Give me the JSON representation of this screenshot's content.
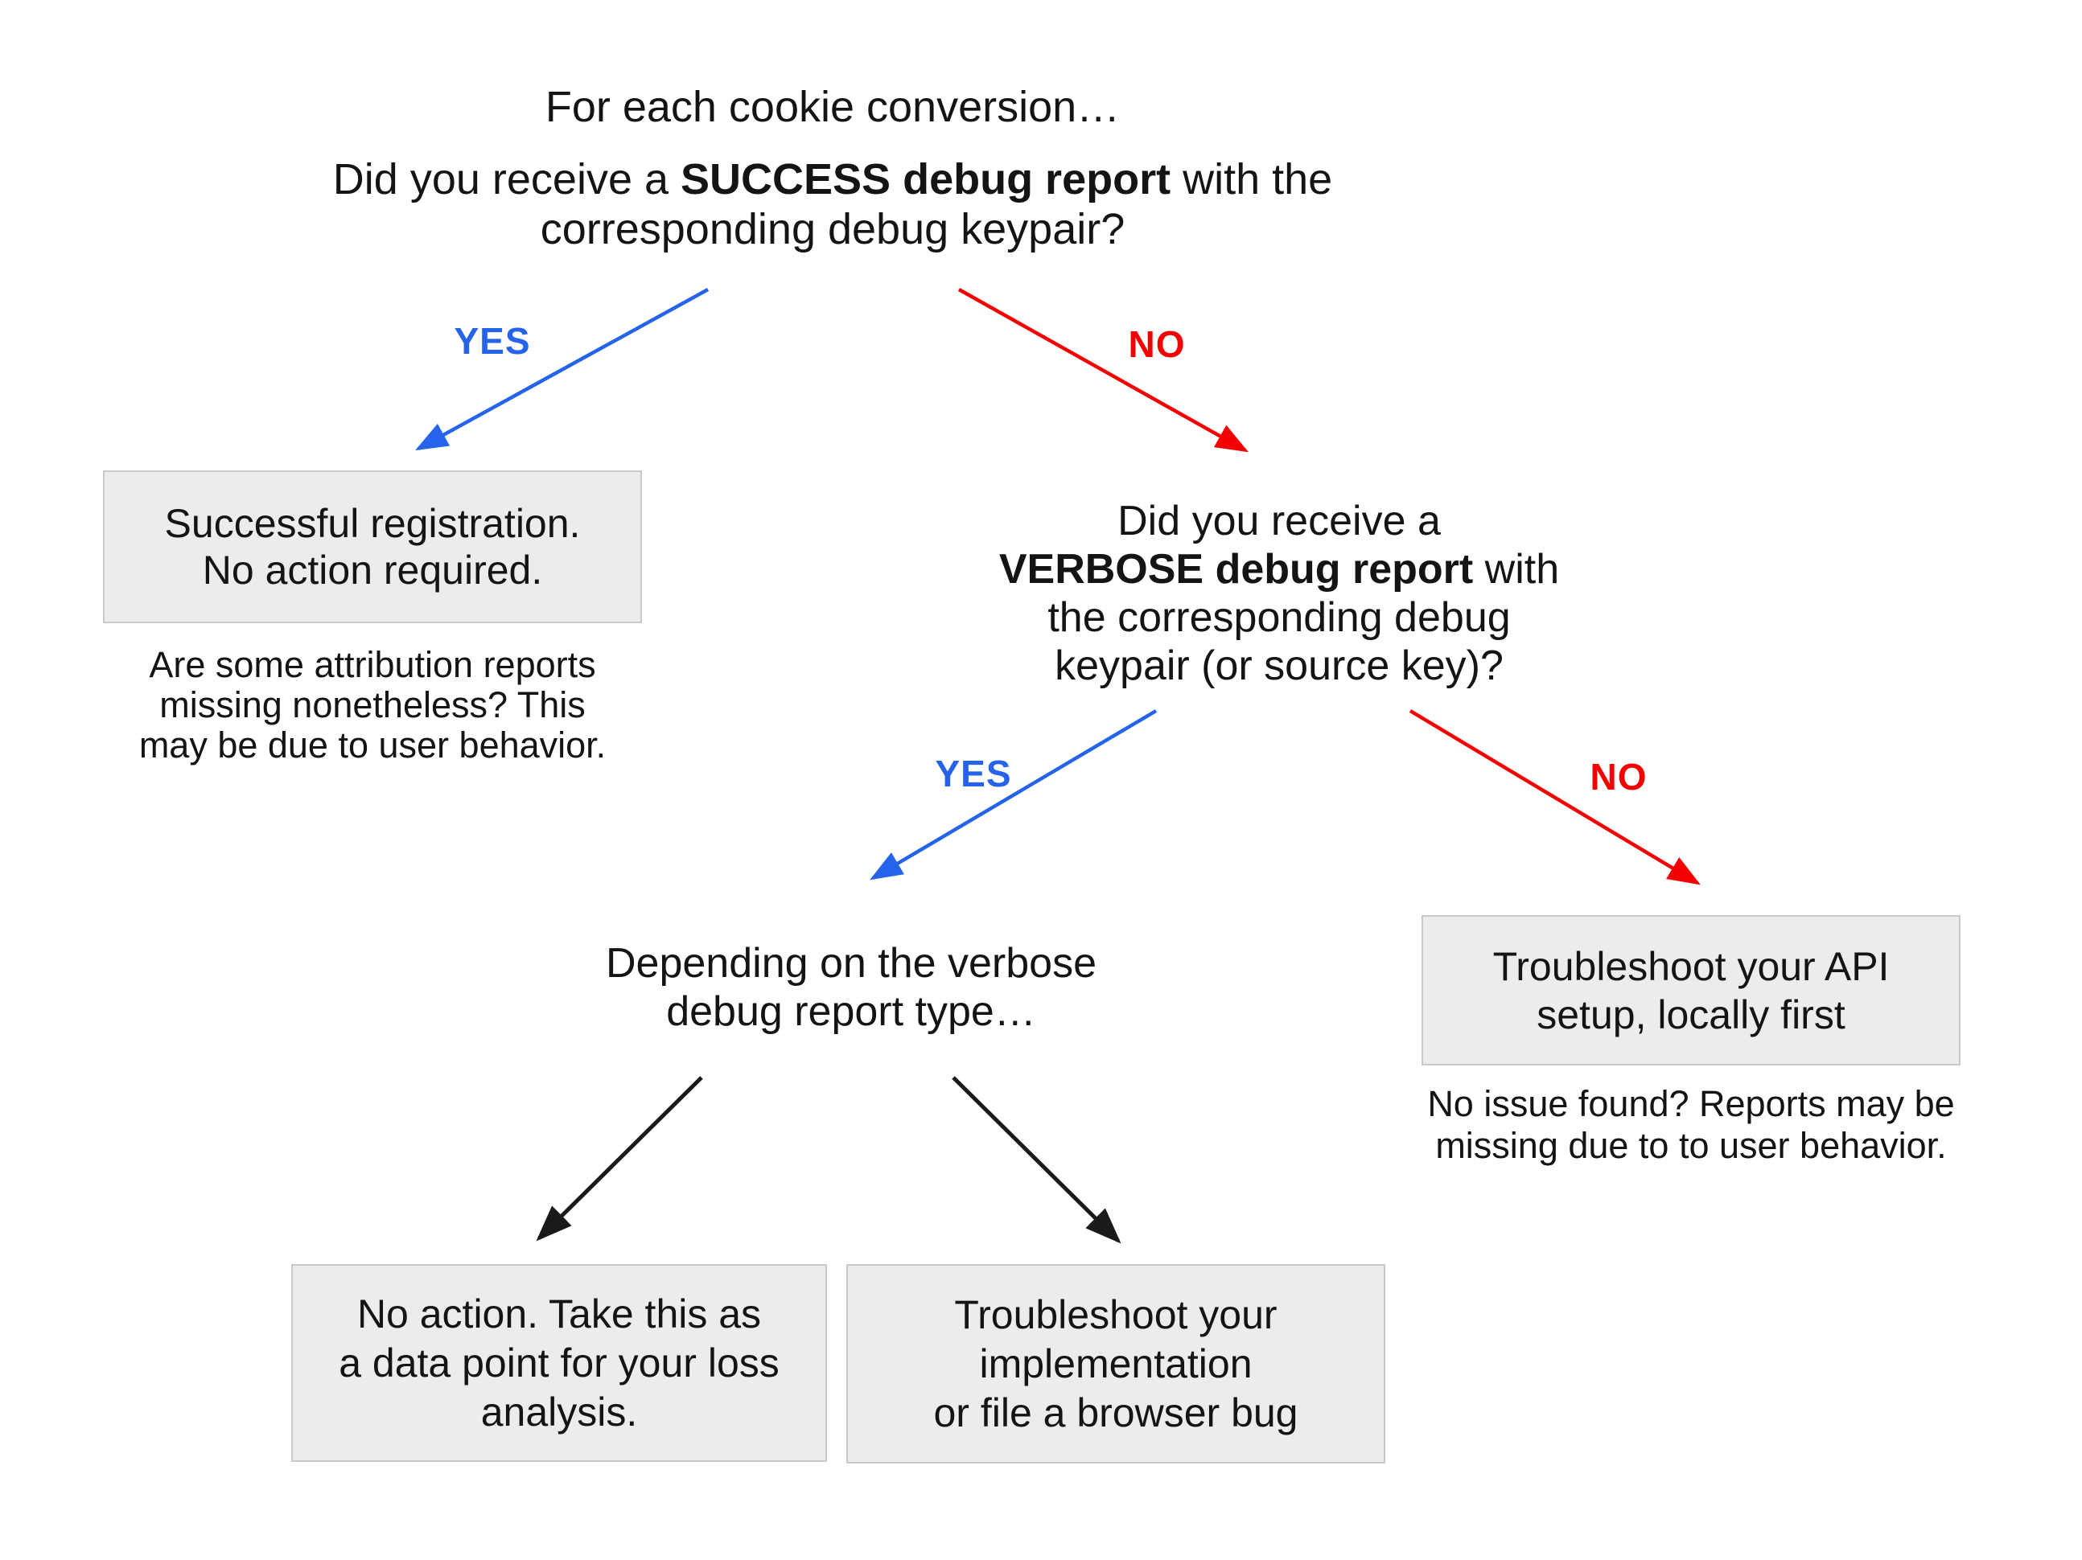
{
  "colors": {
    "yes_blue": "#2563eb",
    "no_red": "#f40000",
    "arrow_black": "#1a1a1a",
    "box_fill": "#ececec",
    "box_border": "#c9c9c9"
  },
  "flow": {
    "title": "For each cookie conversion…",
    "q1": {
      "l1_pre": "Did you receive a ",
      "l1_bold": "SUCCESS debug report",
      "l1_post": " with the",
      "l2": "corresponding debug keypair?"
    },
    "labels": {
      "yes1": "YES",
      "no1": "NO",
      "yes2": "YES",
      "no2": "NO"
    },
    "box_success": {
      "l1": "Successful registration.",
      "l2": "No action required."
    },
    "note_success": [
      "Are some attribution reports",
      "missing nonetheless? This",
      "may be due to user behavior."
    ],
    "q2": {
      "l1": "Did you receive a",
      "l2_bold": "VERBOSE debug report",
      "l2_post": " with",
      "l3": "the corresponding debug",
      "l4": "keypair (or source key)?"
    },
    "depending": {
      "l1": "Depending on the verbose",
      "l2": "debug report type…"
    },
    "box_api": {
      "l1": "Troubleshoot your API",
      "l2": "setup, locally first"
    },
    "note_api": [
      "No issue found? Reports may be",
      "missing due to to user behavior."
    ],
    "box_no_action": {
      "l1": "No action. Take this as",
      "l2": "a data point for your loss",
      "l3": "analysis."
    },
    "box_impl": {
      "l1": "Troubleshoot your",
      "l2": "implementation",
      "l3": "or file a browser bug"
    }
  }
}
